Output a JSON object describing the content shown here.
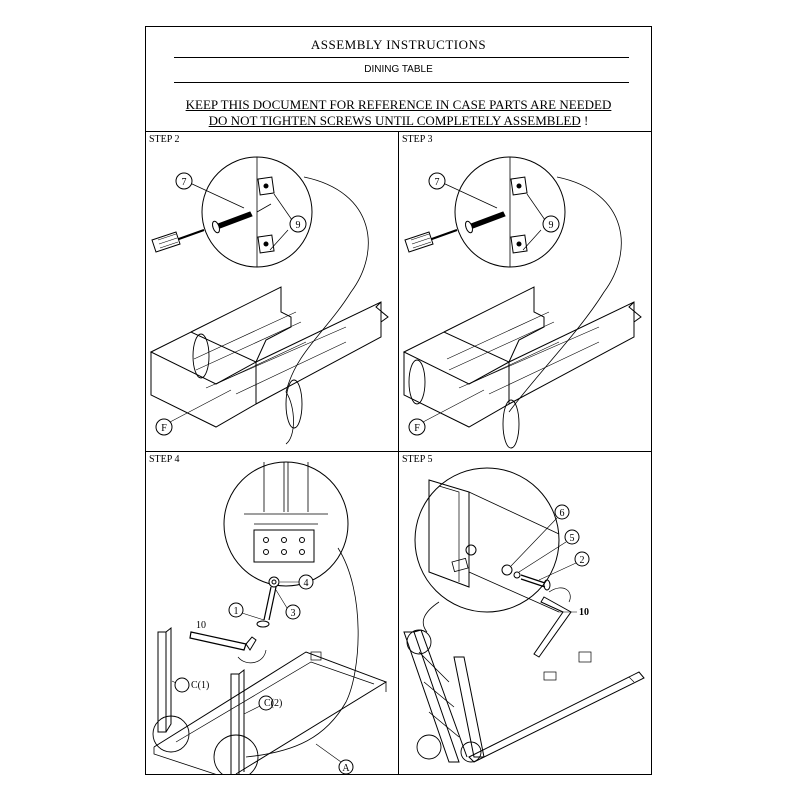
{
  "header": {
    "title": "ASSEMBLY INSTRUCTIONS",
    "subtitle": "DINING TABLE",
    "warning_line1": "KEEP THIS DOCUMENT FOR REFERENCE IN CASE PARTS ARE NEEDED",
    "warning_line2": "DO NOT TIGHTEN SCREWS UNTIL COMPLETELY ASSEMBLED",
    "warning_line2_suffix": " !"
  },
  "steps": [
    {
      "label": "STEP 2",
      "callouts": [
        "7",
        "9",
        "F"
      ]
    },
    {
      "label": "STEP 3",
      "callouts": [
        "7",
        "9",
        "F"
      ]
    },
    {
      "label": "STEP 4",
      "callouts": [
        "1",
        "10",
        "4",
        "3",
        "C(1)",
        "C(2)",
        "A"
      ]
    },
    {
      "label": "STEP 5",
      "callouts": [
        "6",
        "5",
        "2",
        "10"
      ]
    }
  ]
}
